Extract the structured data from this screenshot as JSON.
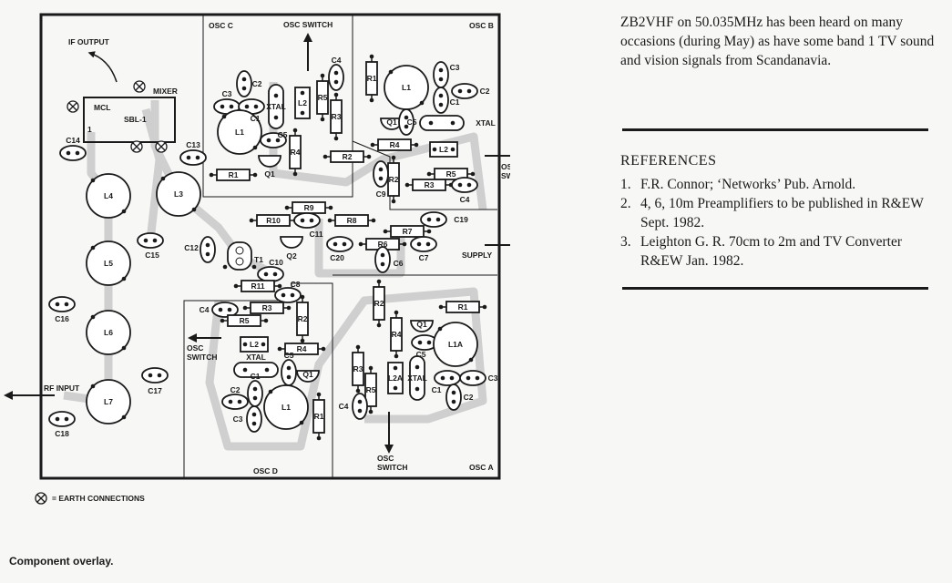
{
  "diagram": {
    "labels": {
      "osc_c": "OSC C",
      "osc_b": "OSC B",
      "osc_d": "OSC D",
      "osc_a": "OSC A",
      "osc_switch": "OSC SWITCH",
      "osc_switch_two_line": [
        "OSC",
        "SWITCH"
      ],
      "supply": "SUPPLY",
      "rf_input": "RF INPUT",
      "if_output": "IF OUTPUT",
      "mixer": "MIXER",
      "mcl": "MCL",
      "sbl1": "SBL-1",
      "pin1": "1"
    },
    "components": {
      "mixer": [
        "C14",
        "C13",
        "L4",
        "L3",
        "L5",
        "L6",
        "L7",
        "C15",
        "C16",
        "C17",
        "C18"
      ],
      "osc_c": [
        "C2",
        "C3",
        "C1",
        "XTAL",
        "L2",
        "C4",
        "R5",
        "R3",
        "L1",
        "C5",
        "Q1",
        "R4",
        "R2",
        "R1"
      ],
      "osc_b": [
        "R1",
        "L1",
        "C3",
        "C2",
        "C1",
        "Q1",
        "C5",
        "XTAL",
        "R4",
        "L2",
        "R2",
        "C9",
        "R5",
        "R3",
        "C4"
      ],
      "common": [
        "R9",
        "R10",
        "C11",
        "R8",
        "C19",
        "R7",
        "R6",
        "C7",
        "Q2",
        "C20",
        "C12",
        "T1",
        "C10",
        "R11",
        "C8",
        "C6"
      ],
      "osc_d": [
        "C4",
        "R3",
        "R5",
        "R2",
        "L2",
        "R4",
        "XTAL",
        "C5",
        "Q1",
        "C1",
        "C2",
        "C3",
        "L1",
        "R1"
      ],
      "osc_a": [
        "R2",
        "R1",
        "R4",
        "Q1",
        "C5",
        "L1A",
        "R3",
        "R5",
        "C4",
        "L2A",
        "XTAL",
        "C1",
        "C3",
        "C2"
      ]
    },
    "legend": "= EARTH CONNECTIONS",
    "caption": "Component overlay."
  },
  "article": {
    "paragraph": "ZB2VHF on 50.035MHz has been heard on many occasions (during May) as have some band 1 TV sound and vision signals from Scandanavia.",
    "references_title": "REFERENCES",
    "references": [
      {
        "n": "1.",
        "text": "F.R. Connor; ‘Networks’ Pub. Arnold."
      },
      {
        "n": "2.",
        "text": "4, 6, 10m Preamplifiers to be published in R&EW Sept. 1982."
      },
      {
        "n": "3.",
        "text": "Leighton G. R. 70cm to 2m and TV Converter R&EW Jan. 1982."
      }
    ]
  }
}
